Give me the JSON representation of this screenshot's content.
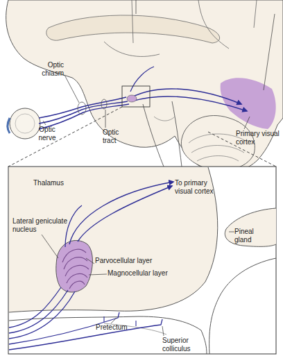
{
  "diagram": {
    "labels": [
      "Optic chiasm",
      "Primary visual cortex",
      "Optic nerve",
      "Optic tract",
      "Thalamus",
      "To primary visual cortex",
      "Lateral geniculate nucleus",
      "Pineal gland",
      "Parvocellular layer",
      "Magnocellular layer",
      "Pretectum",
      "Superior colliculus"
    ]
  }
}
